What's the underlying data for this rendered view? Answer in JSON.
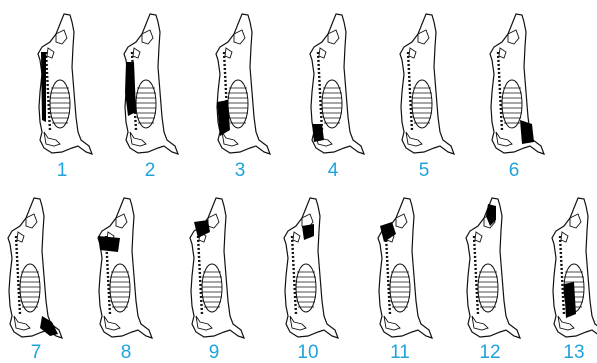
{
  "figure": {
    "panels": [
      {
        "number": "1",
        "highlight": "upper back edge (neck to loin)"
      },
      {
        "number": "2",
        "highlight": "shoulder / chuck front"
      },
      {
        "number": "3",
        "highlight": "brisket front"
      },
      {
        "number": "4",
        "highlight": "fore shank front"
      },
      {
        "number": "5",
        "highlight": "none"
      },
      {
        "number": "6",
        "highlight": "hind-quarter lower block"
      },
      {
        "number": "7",
        "highlight": "lower fore shank"
      },
      {
        "number": "8",
        "highlight": "rump band"
      },
      {
        "number": "9",
        "highlight": "rump / sirloin block"
      },
      {
        "number": "10",
        "highlight": "sirloin wedge"
      },
      {
        "number": "11",
        "highlight": "loin block"
      },
      {
        "number": "12",
        "highlight": "loin strip"
      },
      {
        "number": "13",
        "highlight": "flank block"
      }
    ]
  },
  "colors": {
    "label": "#1fa3dc",
    "ink": "#111111",
    "highlight": "#000000"
  }
}
